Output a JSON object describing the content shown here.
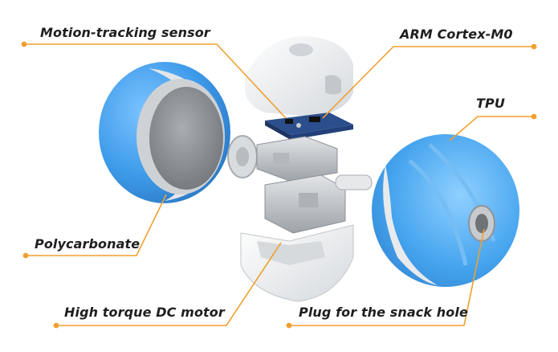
{
  "labels": {
    "motion_sensor": "Motion-tracking sensor",
    "cpu": "ARM Cortex-M0",
    "tpu": "TPU",
    "polycarbonate": "Polycarbonate",
    "motor": "High torque DC motor",
    "plug": "Plug for the snack hole"
  },
  "colors": {
    "accent": "#F0A030",
    "shell_blue": "#3E9BEA",
    "shell_white": "#EEF0F2",
    "pcb": "#2B4E8C",
    "frame_gray": "#C9CCD0"
  }
}
